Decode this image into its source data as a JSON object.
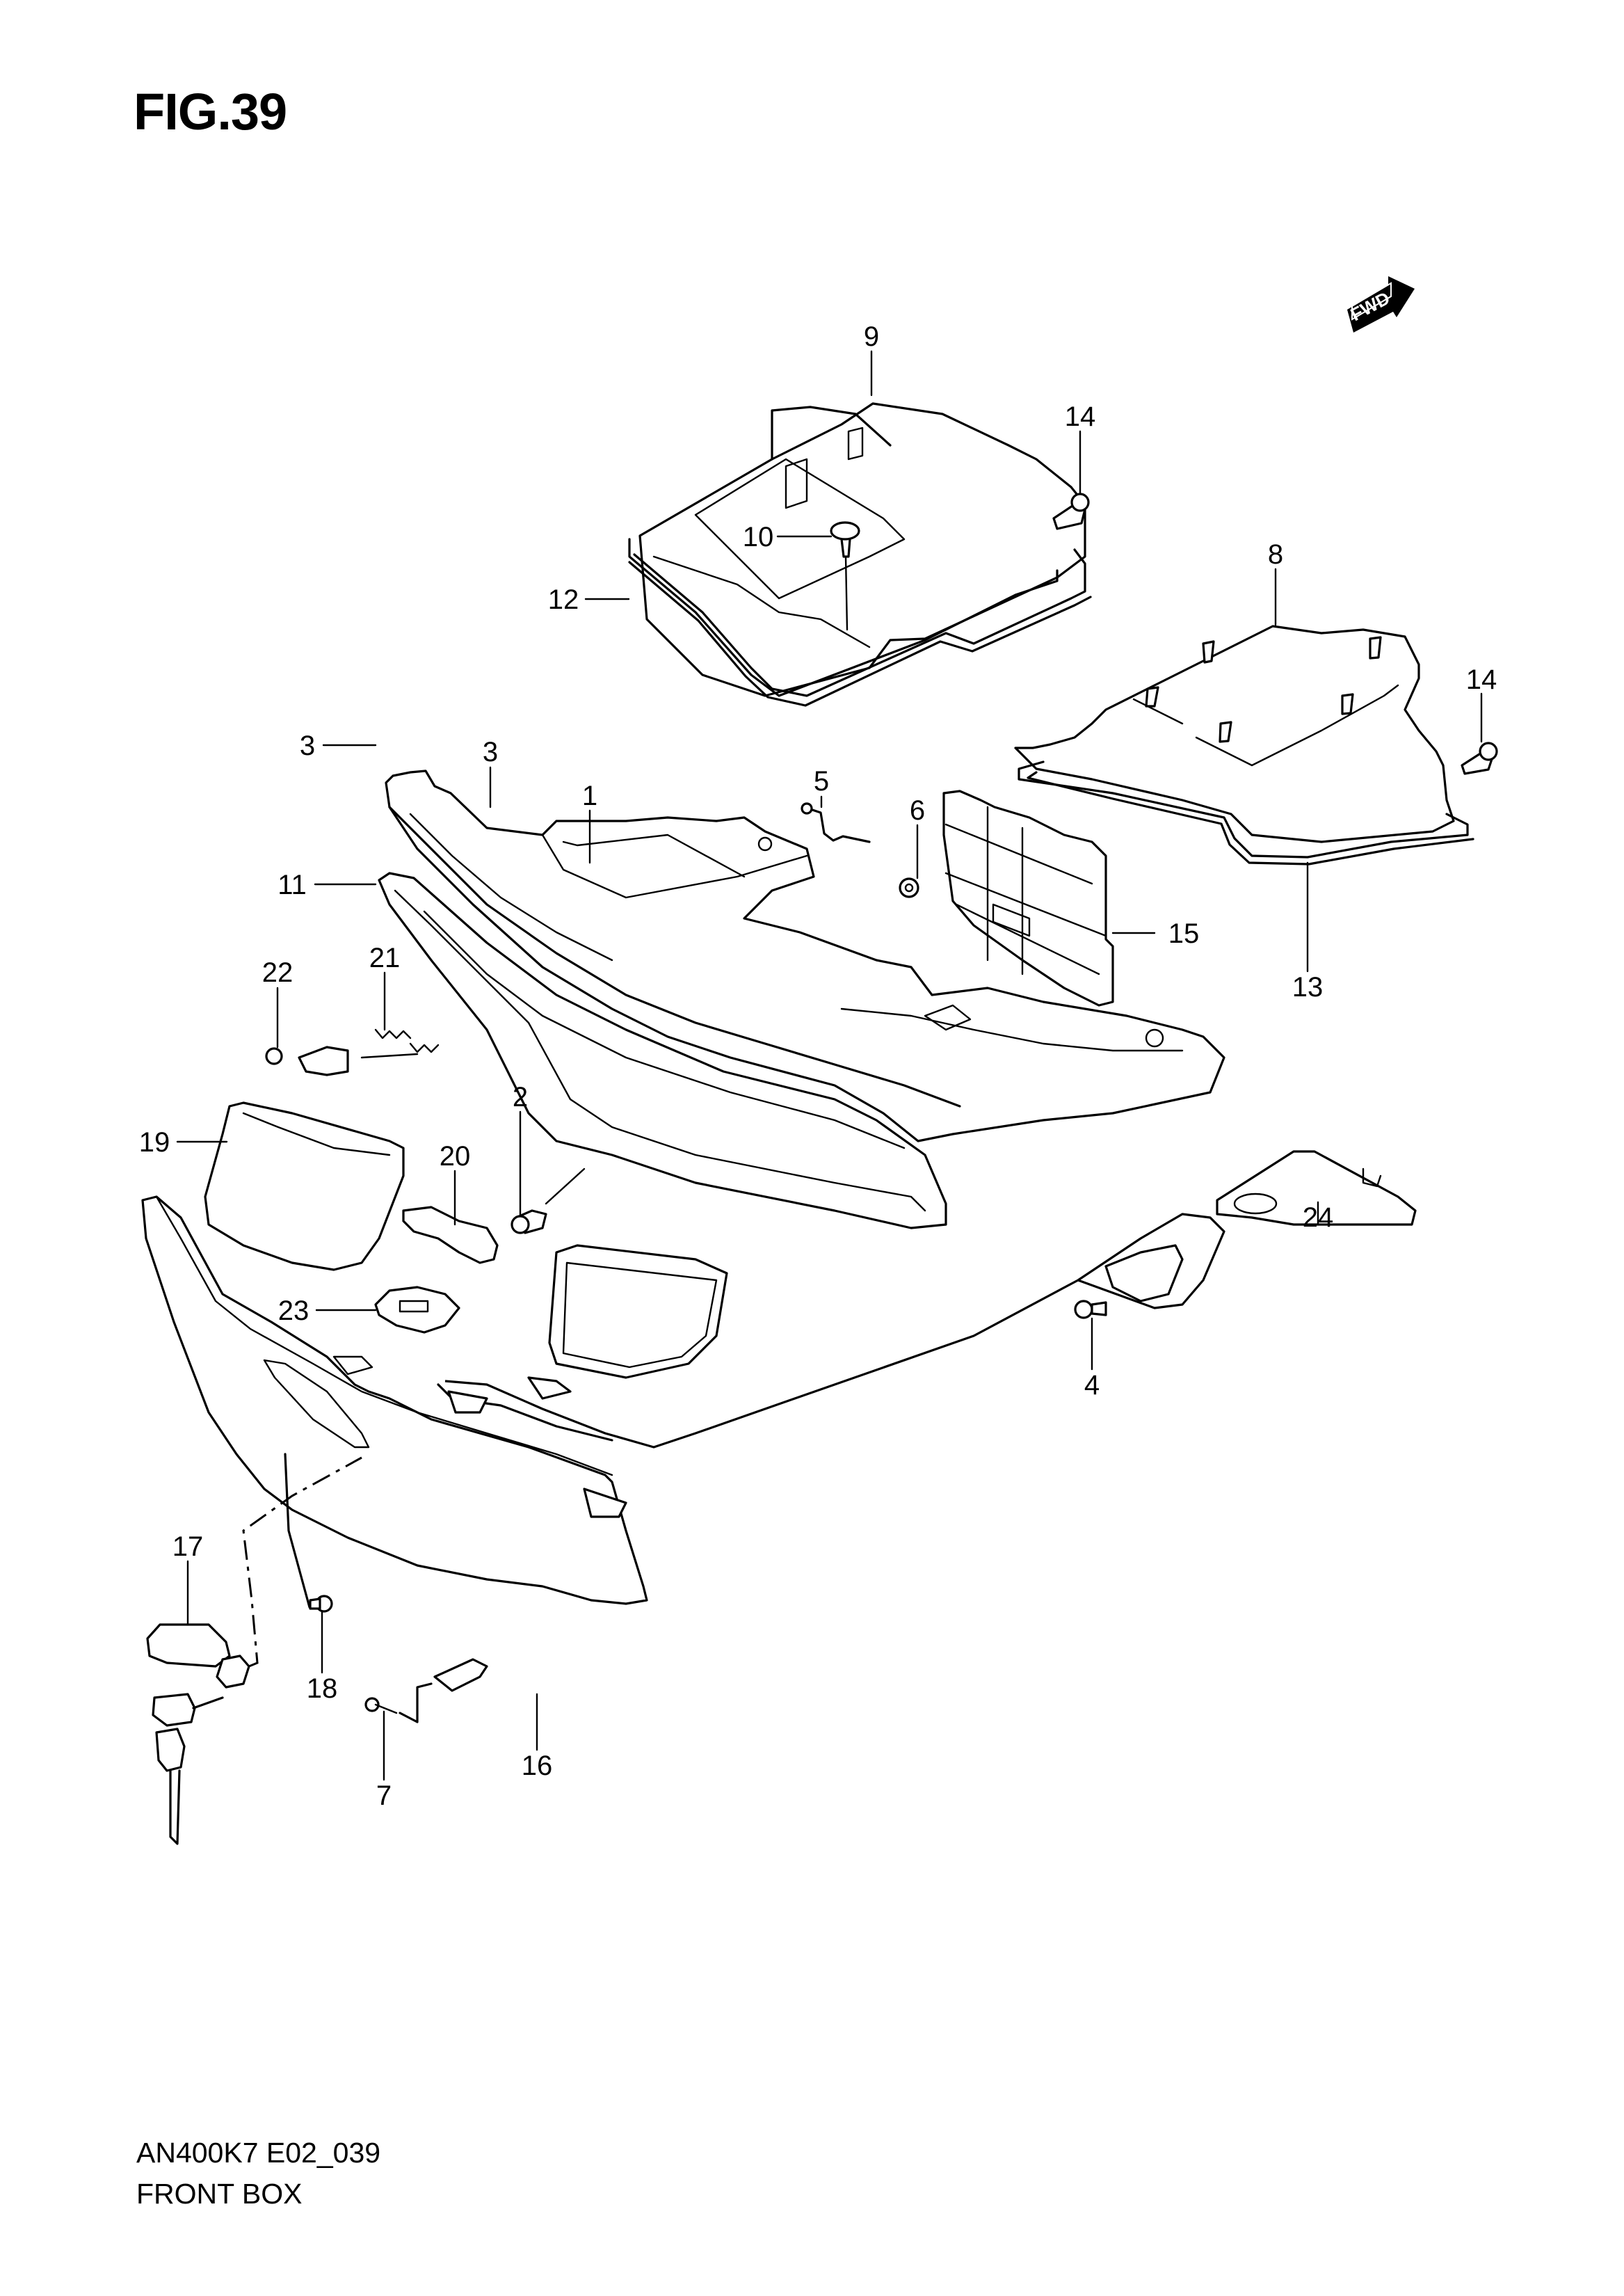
{
  "figure": {
    "title": "FIG.39",
    "model_code": "AN400K7 E02_039",
    "section_name": "FRONT BOX",
    "direction_indicator": "FWD"
  },
  "callouts": [
    {
      "id": "c9",
      "label": "9"
    },
    {
      "id": "c14a",
      "label": "14"
    },
    {
      "id": "c10",
      "label": "10"
    },
    {
      "id": "c12",
      "label": "12"
    },
    {
      "id": "c8",
      "label": "8"
    },
    {
      "id": "c14b",
      "label": "14"
    },
    {
      "id": "c3a",
      "label": "3"
    },
    {
      "id": "c3b",
      "label": "3"
    },
    {
      "id": "c1",
      "label": "1"
    },
    {
      "id": "c5",
      "label": "5"
    },
    {
      "id": "c6",
      "label": "6"
    },
    {
      "id": "c11",
      "label": "11"
    },
    {
      "id": "c15",
      "label": "15"
    },
    {
      "id": "c13",
      "label": "13"
    },
    {
      "id": "c22",
      "label": "22"
    },
    {
      "id": "c21",
      "label": "21"
    },
    {
      "id": "c19",
      "label": "19"
    },
    {
      "id": "c20",
      "label": "20"
    },
    {
      "id": "c2",
      "label": "2"
    },
    {
      "id": "c24",
      "label": "24"
    },
    {
      "id": "c23",
      "label": "23"
    },
    {
      "id": "c4",
      "label": "4"
    },
    {
      "id": "c17",
      "label": "17"
    },
    {
      "id": "c18",
      "label": "18"
    },
    {
      "id": "c16",
      "label": "16"
    },
    {
      "id": "c7",
      "label": "7"
    }
  ]
}
